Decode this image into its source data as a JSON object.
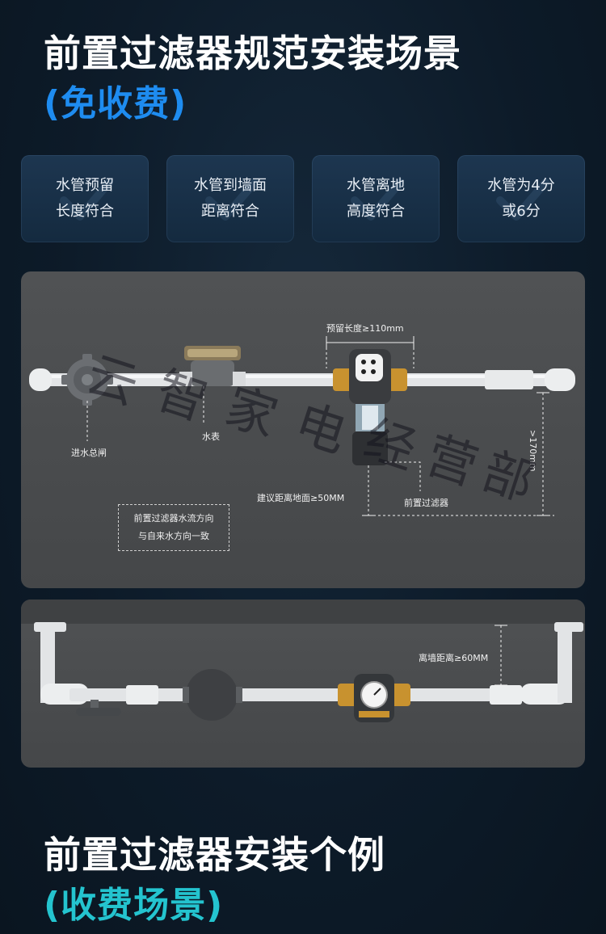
{
  "titles": {
    "main": "前置过滤器规范安装场景",
    "main_sub": "(免收费)",
    "bottom": "前置过滤器安装个例",
    "bottom_sub": "(收费场景)"
  },
  "cards": [
    {
      "line1": "水管预留",
      "line2": "长度符合"
    },
    {
      "line1": "水管到墙面",
      "line2": "距离符合"
    },
    {
      "line1": "水管离地",
      "line2": "高度符合"
    },
    {
      "line1": "水管为4分",
      "line2": "或6分"
    }
  ],
  "diagram1": {
    "main_valve": "进水总闸",
    "water_meter": "水表",
    "reserve_length": "预留长度≥110mm",
    "height_from_floor": ">170mm",
    "min_floor_distance": "建议距离地面≥50MM",
    "prefilter": "前置过滤器",
    "note_line1": "前置过滤器水流方向",
    "note_line2": "与自来水方向一致"
  },
  "diagram2": {
    "wall_distance": "离墙距离≥60MM"
  },
  "watermark": [
    "云",
    "智",
    "家",
    "电",
    "经",
    "营",
    "部"
  ],
  "colors": {
    "accent_blue": "#1e8cf0",
    "accent_cyan": "#24c4cf",
    "panel": "#4b4d4f",
    "pipe": "#e4e6e8",
    "brass": "#c8922f"
  }
}
